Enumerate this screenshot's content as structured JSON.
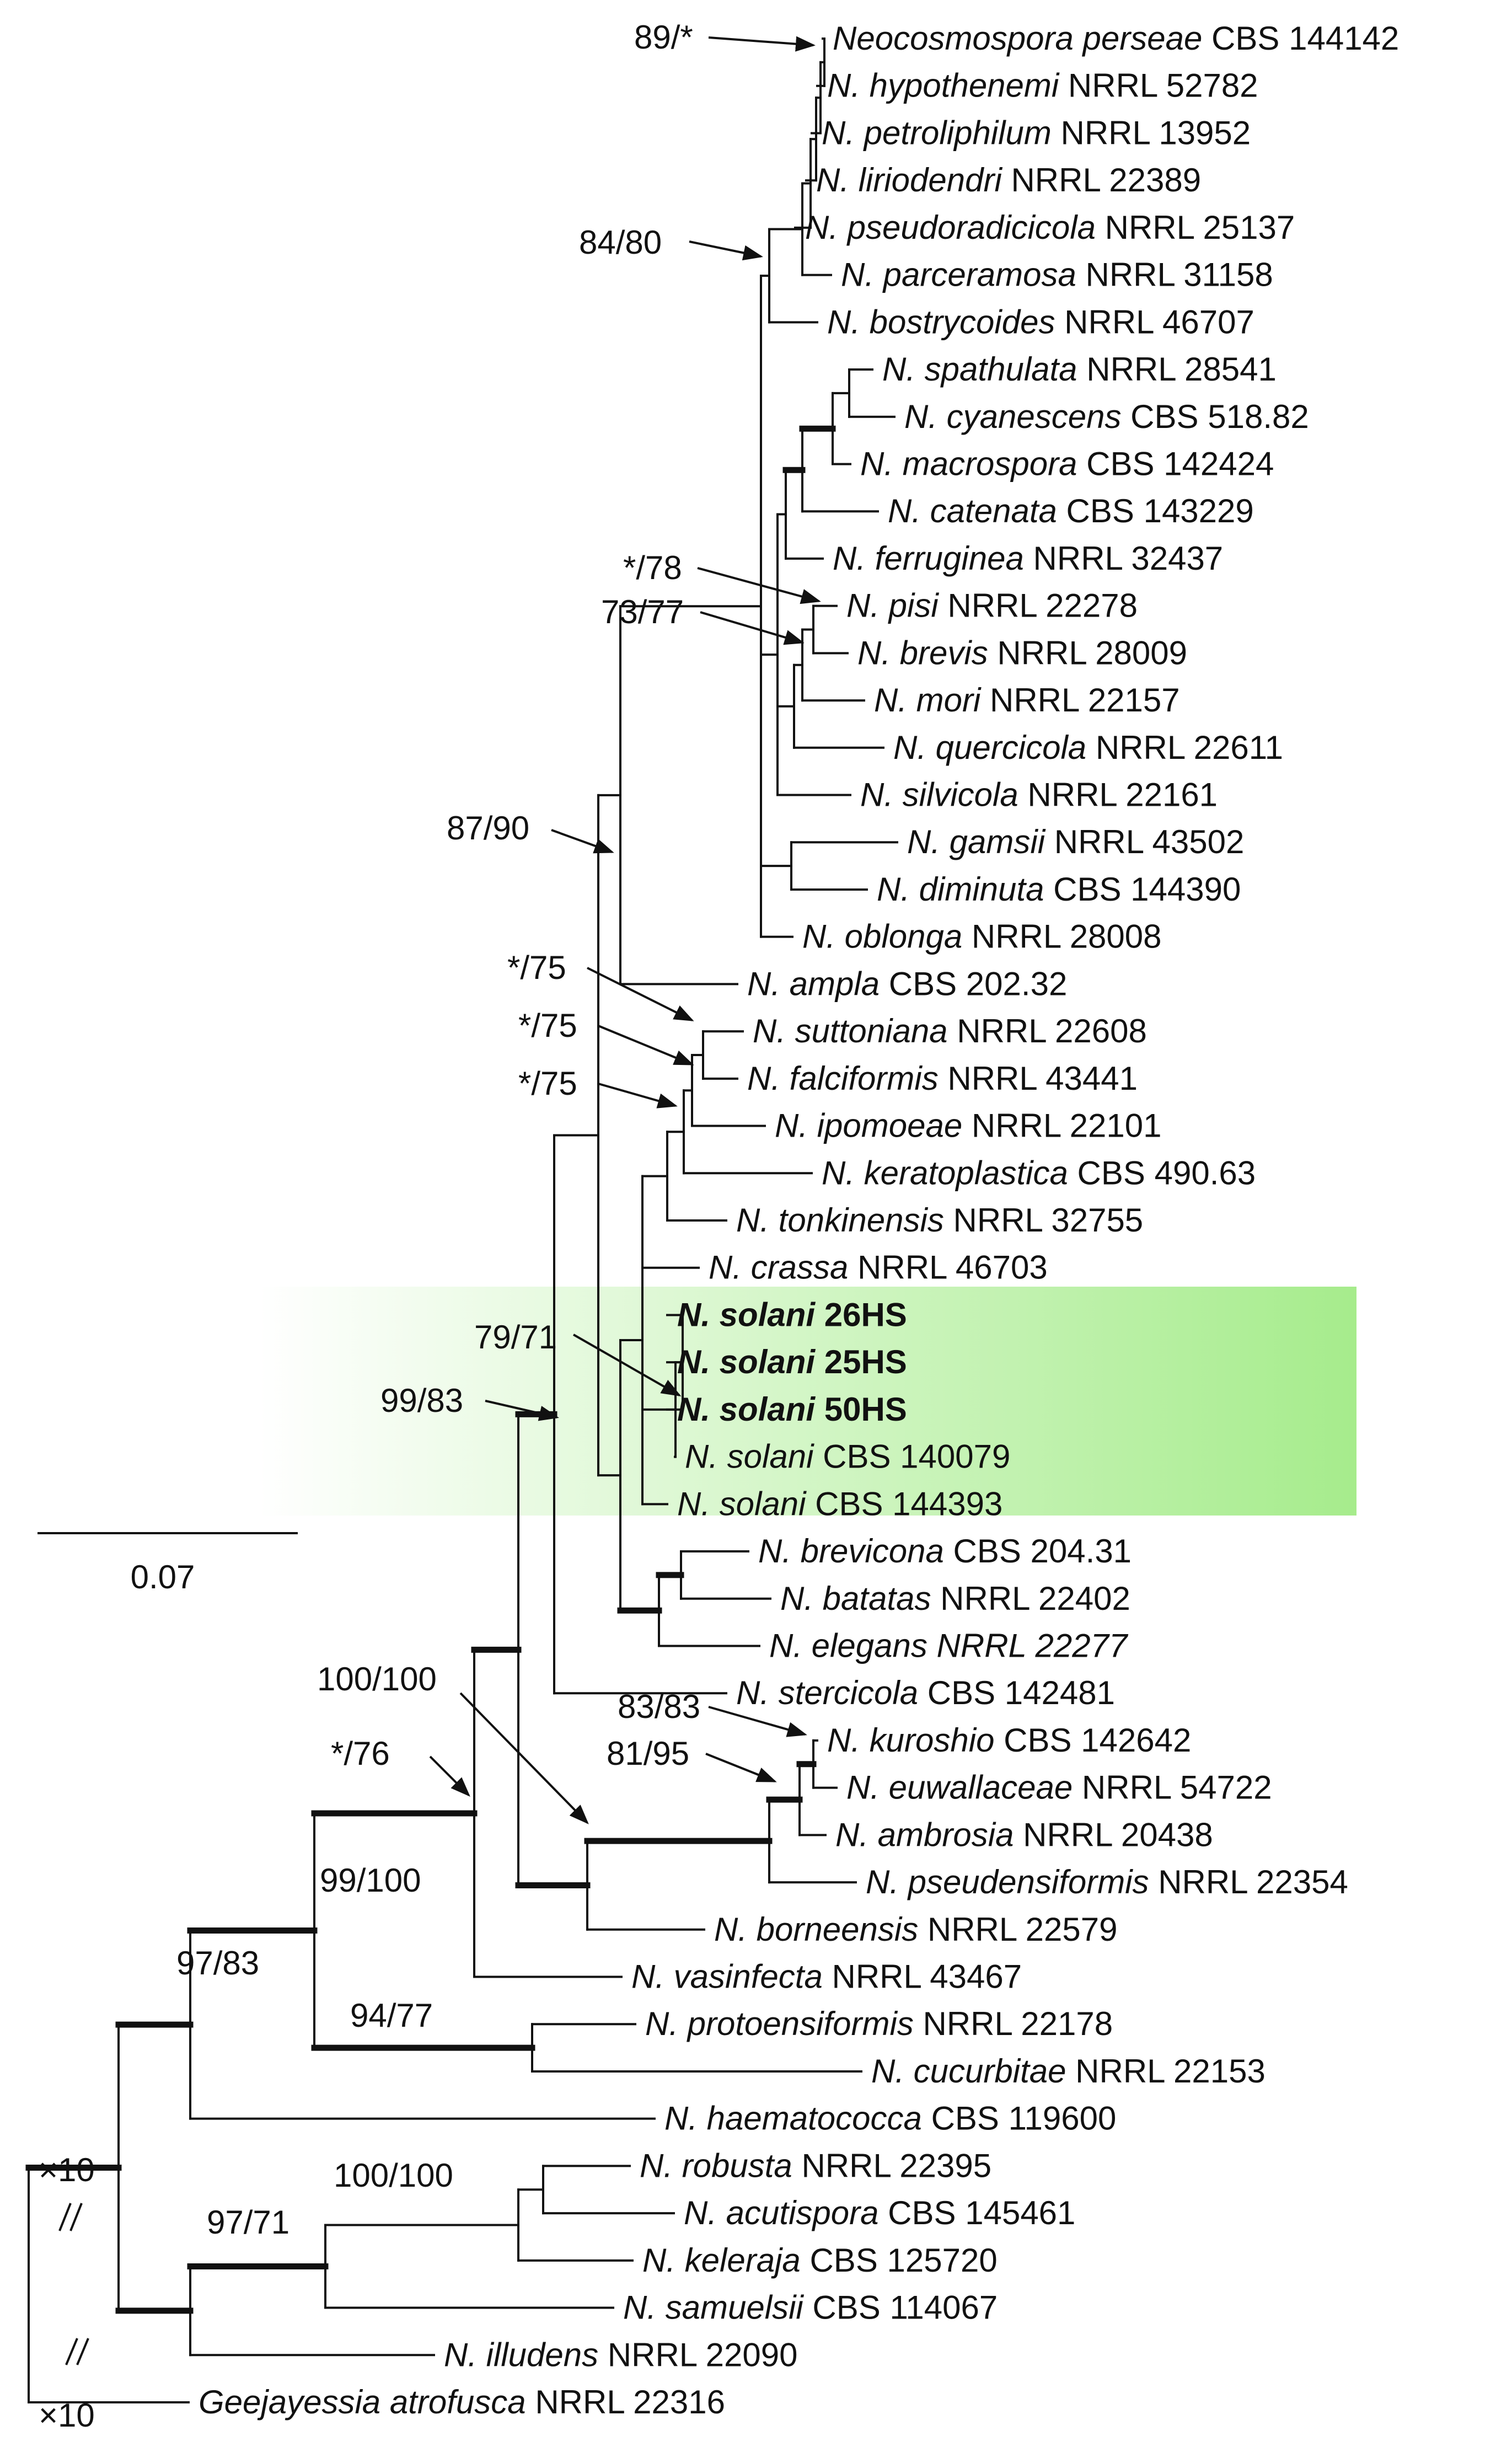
{
  "highlight": {
    "from_color": "#ffffff",
    "to_color": "#a6ec8c"
  },
  "scale_bar": {
    "label": "0.07"
  },
  "break_labels": {
    "top": "×10",
    "bottom": "×10"
  },
  "taxa": [
    {
      "id": "t1",
      "genus": "Neocosmospora",
      "species": "perseae",
      "strain": "CBS 144142",
      "bold": false
    },
    {
      "id": "t2",
      "genus": "N.",
      "species": "hypothenemi",
      "strain": "NRRL 52782",
      "bold": false
    },
    {
      "id": "t3",
      "genus": "N.",
      "species": "petroliphilum",
      "strain": "NRRL 13952",
      "bold": false
    },
    {
      "id": "t4",
      "genus": "N.",
      "species": "liriodendri",
      "strain": "NRRL 22389",
      "bold": false
    },
    {
      "id": "t5",
      "genus": "N.",
      "species": "pseudoradicicola",
      "strain": "NRRL 25137",
      "bold": false
    },
    {
      "id": "t6",
      "genus": "N.",
      "species": "parceramosa",
      "strain": "NRRL 31158",
      "bold": false
    },
    {
      "id": "t7",
      "genus": "N.",
      "species": "bostrycoides",
      "strain": "NRRL 46707",
      "bold": false
    },
    {
      "id": "t8",
      "genus": "N.",
      "species": "spathulata",
      "strain": "NRRL 28541",
      "bold": false
    },
    {
      "id": "t9",
      "genus": "N.",
      "species": "cyanescens",
      "strain": "CBS 518.82",
      "bold": false
    },
    {
      "id": "t10",
      "genus": "N.",
      "species": "macrospora",
      "strain": "CBS 142424",
      "bold": false
    },
    {
      "id": "t11",
      "genus": "N.",
      "species": "catenata",
      "strain": "CBS 143229",
      "bold": false
    },
    {
      "id": "t12",
      "genus": "N.",
      "species": "ferruginea",
      "strain": "NRRL 32437",
      "bold": false
    },
    {
      "id": "t13",
      "genus": "N.",
      "species": "pisi",
      "strain": "NRRL 22278",
      "bold": false
    },
    {
      "id": "t14",
      "genus": "N.",
      "species": "brevis",
      "strain": "NRRL 28009",
      "bold": false
    },
    {
      "id": "t15",
      "genus": "N.",
      "species": "mori",
      "strain": "NRRL 22157",
      "bold": false
    },
    {
      "id": "t16",
      "genus": "N.",
      "species": "quercicola",
      "strain": "NRRL 22611",
      "bold": false
    },
    {
      "id": "t17",
      "genus": "N.",
      "species": "silvicola",
      "strain": "NRRL 22161",
      "bold": false
    },
    {
      "id": "t18",
      "genus": "N.",
      "species": "gamsii",
      "strain": "NRRL 43502",
      "bold": false
    },
    {
      "id": "t19",
      "genus": "N.",
      "species": "diminuta",
      "strain": "CBS 144390",
      "bold": false
    },
    {
      "id": "t20",
      "genus": "N.",
      "species": "oblonga",
      "strain": "NRRL 28008",
      "bold": false
    },
    {
      "id": "t21",
      "genus": "N.",
      "species": "ampla",
      "strain": "CBS 202.32",
      "bold": false
    },
    {
      "id": "t22",
      "genus": "N.",
      "species": "suttoniana",
      "strain": "NRRL 22608",
      "bold": false
    },
    {
      "id": "t23",
      "genus": "N.",
      "species": "falciformis",
      "strain": "NRRL 43441",
      "bold": false
    },
    {
      "id": "t24",
      "genus": "N.",
      "species": "ipomoeae",
      "strain": "NRRL 22101",
      "bold": false
    },
    {
      "id": "t25",
      "genus": "N.",
      "species": "keratoplastica",
      "strain": "CBS 490.63",
      "bold": false
    },
    {
      "id": "t26",
      "genus": "N.",
      "species": "tonkinensis",
      "strain": "NRRL 32755",
      "bold": false
    },
    {
      "id": "t27",
      "genus": "N.",
      "species": "crassa",
      "strain": "NRRL 46703",
      "bold": false
    },
    {
      "id": "t28",
      "genus": "N.",
      "species": "solani",
      "strain": "26HS",
      "bold": true
    },
    {
      "id": "t29",
      "genus": "N.",
      "species": "solani",
      "strain": "25HS",
      "bold": true
    },
    {
      "id": "t30",
      "genus": "N.",
      "species": "solani",
      "strain": "50HS",
      "bold": true
    },
    {
      "id": "t31",
      "genus": "N.",
      "species": "solani",
      "strain": "CBS 140079",
      "bold": false
    },
    {
      "id": "t32",
      "genus": "N.",
      "species": "solani",
      "strain": "CBS 144393",
      "bold": false
    },
    {
      "id": "t33",
      "genus": "N.",
      "species": "brevicona",
      "strain": "CBS 204.31",
      "bold": false
    },
    {
      "id": "t34",
      "genus": "N.",
      "species": "batatas",
      "strain": "NRRL 22402",
      "bold": false
    },
    {
      "id": "t35",
      "genus": "N.",
      "species": "elegans",
      "strain": "NRRL 22277",
      "bold": false,
      "strain_italic": true
    },
    {
      "id": "t36",
      "genus": "N.",
      "species": "stercicola",
      "strain": "CBS 142481",
      "bold": false
    },
    {
      "id": "t37",
      "genus": "N.",
      "species": "kuroshio",
      "strain": "CBS 142642",
      "bold": false
    },
    {
      "id": "t38",
      "genus": "N.",
      "species": "euwallaceae",
      "strain": "NRRL 54722",
      "bold": false
    },
    {
      "id": "t39",
      "genus": "N.",
      "species": "ambrosia",
      "strain": "NRRL 20438",
      "bold": false
    },
    {
      "id": "t40",
      "genus": "N.",
      "species": "pseudensiformis",
      "strain": "NRRL 22354",
      "bold": false
    },
    {
      "id": "t41",
      "genus": "N.",
      "species": "borneensis",
      "strain": "NRRL 22579",
      "bold": false
    },
    {
      "id": "t42",
      "genus": "N.",
      "species": "vasinfecta",
      "strain": "NRRL 43467",
      "bold": false
    },
    {
      "id": "t43",
      "genus": "N.",
      "species": "protoensiformis",
      "strain": "NRRL 22178",
      "bold": false
    },
    {
      "id": "t44",
      "genus": "N.",
      "species": "cucurbitae",
      "strain": "NRRL 22153",
      "bold": false
    },
    {
      "id": "t45",
      "genus": "N.",
      "species": "haematococca",
      "strain": "CBS 119600",
      "bold": false
    },
    {
      "id": "t46",
      "genus": "N.",
      "species": "robusta",
      "strain": "NRRL 22395",
      "bold": false
    },
    {
      "id": "t47",
      "genus": "N.",
      "species": "acutispora",
      "strain": "CBS 145461",
      "bold": false
    },
    {
      "id": "t48",
      "genus": "N.",
      "species": "keleraja",
      "strain": "CBS 125720",
      "bold": false
    },
    {
      "id": "t49",
      "genus": "N.",
      "species": "samuelsii",
      "strain": "CBS 114067",
      "bold": false
    },
    {
      "id": "t50",
      "genus": "N.",
      "species": "illudens",
      "strain": "NRRL 22090",
      "bold": false
    },
    {
      "id": "t51",
      "genus": "Geejayessia",
      "species": "atrofusca",
      "strain": "NRRL 22316",
      "bold": false
    }
  ],
  "support_values": [
    {
      "id": "s1",
      "text": "89/*"
    },
    {
      "id": "s2",
      "text": "84/80"
    },
    {
      "id": "s3",
      "text": "*/78"
    },
    {
      "id": "s4",
      "text": "73/77"
    },
    {
      "id": "s5",
      "text": "87/90"
    },
    {
      "id": "s6",
      "text": "*/75"
    },
    {
      "id": "s7",
      "text": "*/75"
    },
    {
      "id": "s8",
      "text": "*/75"
    },
    {
      "id": "s9",
      "text": "79/71"
    },
    {
      "id": "s10",
      "text": "99/83"
    },
    {
      "id": "s11",
      "text": "100/100"
    },
    {
      "id": "s12",
      "text": "83/83"
    },
    {
      "id": "s13",
      "text": "81/95"
    },
    {
      "id": "s14",
      "text": "*/76"
    },
    {
      "id": "s15",
      "text": "99/100"
    },
    {
      "id": "s16",
      "text": "97/83"
    },
    {
      "id": "s17",
      "text": "94/77"
    },
    {
      "id": "s18",
      "text": "100/100"
    },
    {
      "id": "s19",
      "text": "97/71"
    }
  ]
}
